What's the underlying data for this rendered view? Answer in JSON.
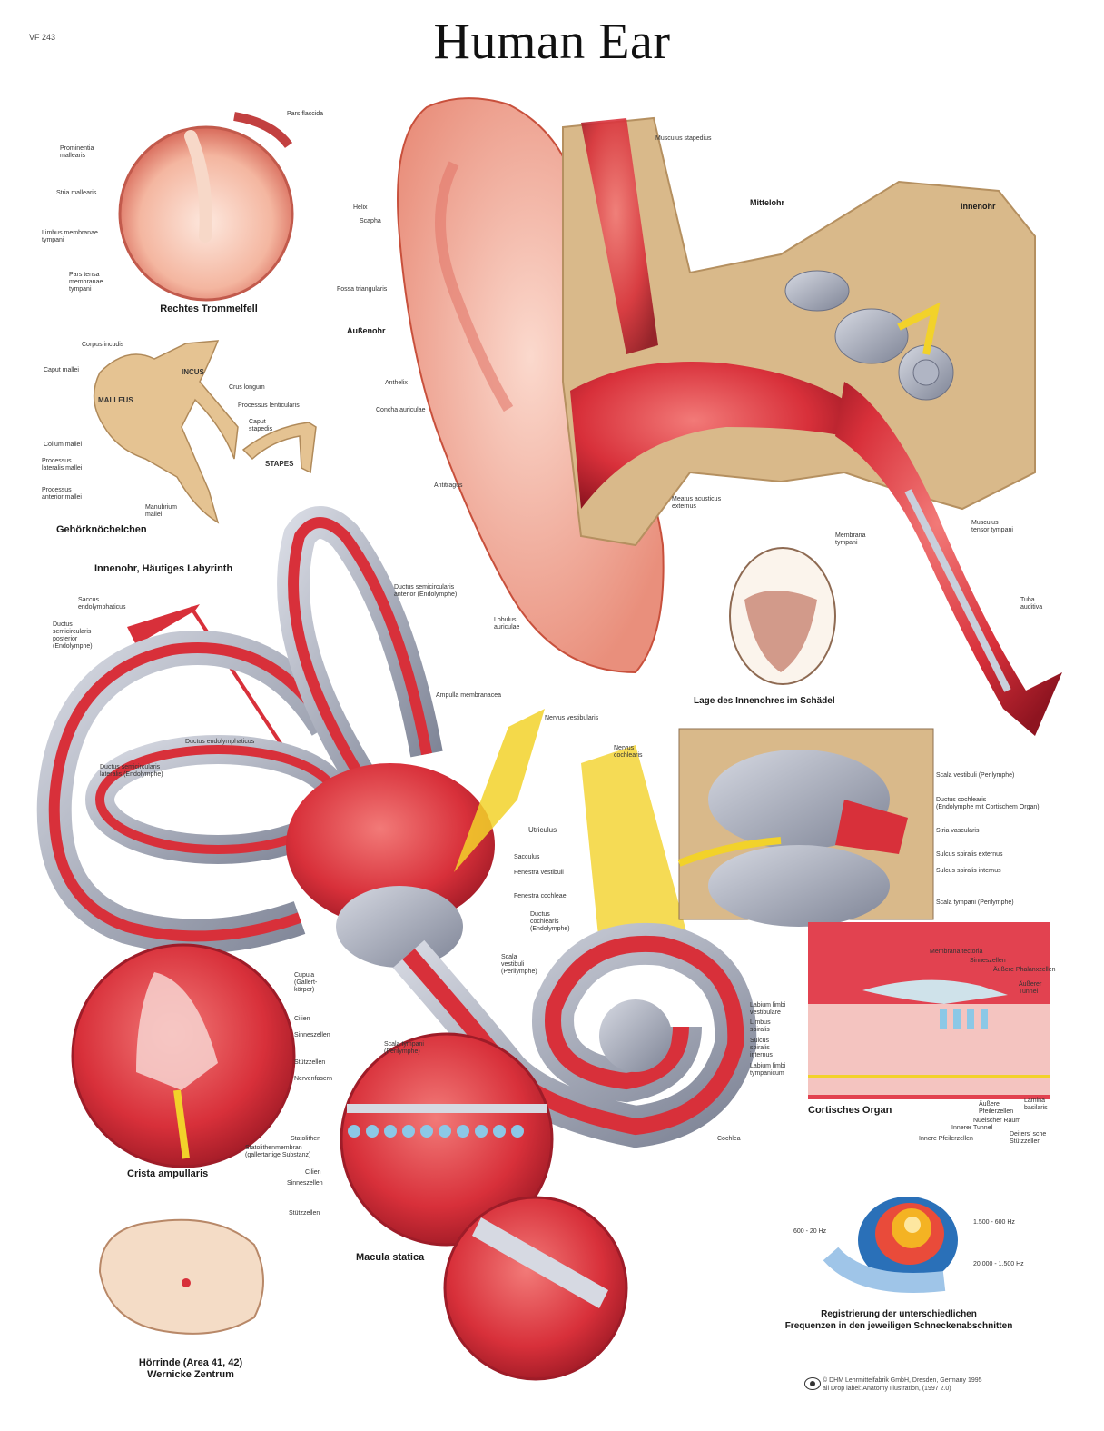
{
  "code": "VF 243",
  "title": "Human Ear",
  "captions": {
    "eardrum": "Rechtes Trommelfell",
    "ossicles": "Gehörknöchelchen",
    "labyrinth": "Innenohr, Häutiges Labyrinth",
    "skull": "Lage des Innenohres im Schädel",
    "corti": "Cortisches Organ",
    "ampullaris": "Crista ampullaris",
    "macula": "Macula statica",
    "brain": "Hörrinde (Area 41, 42)\nWernicke Zentrum",
    "frequency": "Registrierung der unterschiedlichen\nFrequenzen in den jeweiligen Schneckenabschnitten"
  },
  "eardrum_labels": {
    "pars_flaccida": "Pars flaccida",
    "prominentia": "Prominentia\nmallearis",
    "stria": "Stria mallearis",
    "limbus": "Limbus membranae\ntympani",
    "pars_tensa": "Pars tensa\nmembranae\ntympani"
  },
  "ossicle_labels": {
    "corpus_incudis": "Corpus incudis",
    "caput_mallei": "Caput mallei",
    "incus": "INCUS",
    "malleus": "MALLEUS",
    "crus_longum": "Crus longum",
    "processus_lenticularis": "Processus lenticularis",
    "caput_stapedis": "Caput\nstapedis",
    "collum_mallei": "Collum mallei",
    "stapes": "STAPES",
    "processus_lateralis": "Processus\nlateralis mallei",
    "processus_anterior": "Processus\nanterior mallei",
    "manubrium": "Manubrium\nmallei"
  },
  "outer_labels": {
    "helix": "Helix",
    "scapha": "Scapha",
    "fossa": "Fossa triangularis",
    "aussenohr": "Außenohr",
    "anthelix": "Anthelix",
    "concha": "Concha auriculae",
    "antitragus": "Antitragus",
    "lobulus": "Lobulus\nauriculae",
    "musculus": "Musculus stapedius",
    "mittelohr": "Mittelohr",
    "innenohr": "Innenohr",
    "meatus": "Meatus acusticus\nexternus",
    "membrana_tympani": "Membrana\ntympani",
    "tensor": "Musculus\ntensor tympani",
    "tuba": "Tuba\nauditiva"
  },
  "labyrinth_labels": {
    "saccus": "Saccus\nendolymphaticus",
    "ductus_posterior": "Ductus\nsemicircularis\nposterior\n(Endolymphe)",
    "ductus_anterior": "Ductus semicircularis\nanterior (Endolymphe)",
    "ductus_endolymph": "Ductus endolymphaticus",
    "ductus_lateralis": "Ductus semicircularis\nlateralis (Endolymphe)",
    "ampulla": "Ampulla membranacea",
    "nervus_vest": "Nervus vestibularis",
    "nervus_cochl": "Nervus\ncochlearis",
    "utriculus": "Utriculus",
    "sacculus": "Sacculus",
    "fen_vest": "Fenestra vestibuli",
    "fen_cochl": "Fenestra cochleae",
    "ductus_cochl": "Ductus\ncochlearis\n(Endolymphe)",
    "scala_vest": "Scala\nvestibuli\n(Perilymphe)",
    "scala_tymp": "Scala tympani\n(Perilymphe)",
    "cochlea": "Cochlea"
  },
  "cochlea_section_labels": {
    "scala_vest": "Scala vestibuli (Perilymphe)",
    "ductus": "Ductus cochlearis\n(Endolymphe mit Cortischem Organ)",
    "stria": "Stria vascularis",
    "sulcus_ext": "Sulcus spiralis externus",
    "sulcus_int": "Sulcus spiralis internus",
    "scala_tymp": "Scala tympani (Perilymphe)"
  },
  "corti_labels": {
    "membrana_tectoria": "Membrana tectoria",
    "sinneszellen": "Sinneszellen",
    "aussere_phalanx": "Äußere Phalanxzellen",
    "aeusserer_tunnel": "Äußerer\nTunnel",
    "labium_limbi": "Labium limbi\nvestibulare",
    "limbus": "Limbus\nspiralis",
    "sulcus": "Sulcus\nspiralis\ninternus",
    "labium_tymp": "Labium limbi\ntympanicum",
    "aussere_pfeiler": "Äußere\nPfeilerzellen",
    "nuelscher": "Nuelscher Raum",
    "innerer_tunnel": "Innerer Tunnel",
    "innere_pfeiler": "Innere Pfeilerzellen",
    "lamina": "Lamina\nbasilaris",
    "stuetzzellen": "Deiters' sche\nStützzellen"
  },
  "ampullaris_labels": {
    "cupula": "Cupula\n(Gallert-\nkörper)",
    "cilien": "Cilien",
    "sinneszellen": "Sinneszellen",
    "stuetzzellen": "Stützzellen",
    "nervenfasern": "Nervenfasern"
  },
  "macula_labels": {
    "statolithen": "Statolithen",
    "membran": "Statolithenmembran\n(gallertartige Substanz)",
    "cilien": "Cilien",
    "sinneszellen": "Sinneszellen",
    "stuetzzellen": "Stützzellen"
  },
  "frequency_labels": {
    "low": "600 - 20 Hz",
    "mid": "1.500 - 600 Hz",
    "high": "20.000 - 1.500 Hz"
  },
  "copyright": "© DHM Lehrmittelfabrik GmbH, Dresden, Germany 1995\nall Drop label: Anatomy Illustration, (1997 2.0)",
  "colors": {
    "flesh_red": "#d8303a",
    "dark_red": "#9e1c28",
    "skin": "#f6c3b4",
    "bone": "#d9b98a",
    "nerve": "#f2d22a",
    "labyrinth_gray": "#9aa0b2"
  }
}
